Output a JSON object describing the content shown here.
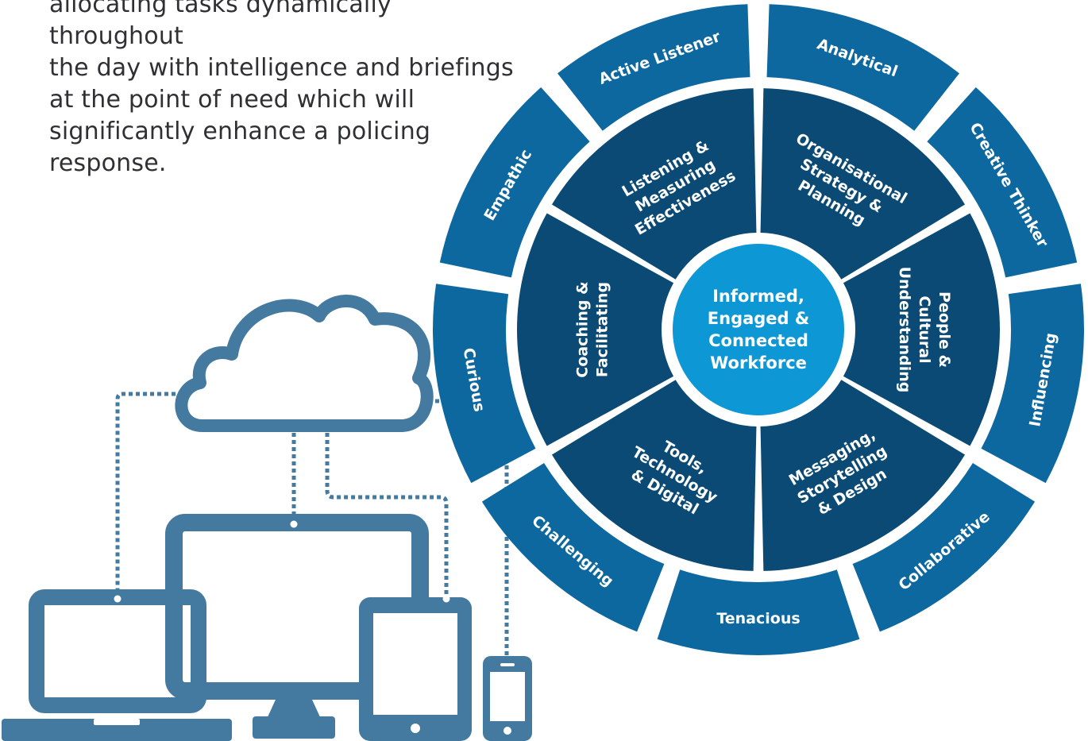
{
  "intro_text": "allocating tasks dynamically throughout\nthe day with intelligence and briefings\nat the point of need which will\nsignificantly enhance a policing\nresponse.",
  "colors": {
    "outer_ring": "#0e68a0",
    "inner_ring": "#0b4a74",
    "center": "#0e97d5",
    "devices": "#457aa0",
    "text_body": "#2f3033",
    "label": "#ffffff"
  },
  "icons": [
    "cloud-icon",
    "laptop-icon",
    "monitor-icon",
    "tablet-icon",
    "phone-icon"
  ],
  "wheel": {
    "center_label": [
      "Informed,",
      "Engaged &",
      "Connected",
      "Workforce"
    ],
    "inner_segments": [
      {
        "lines": [
          "Listening &",
          "Measuring",
          "Effectiveness"
        ]
      },
      {
        "lines": [
          "Organisational",
          "Strategy &",
          "Planning"
        ]
      },
      {
        "lines": [
          "People &",
          "Cultural",
          "Understanding"
        ]
      },
      {
        "lines": [
          "Messaging,",
          "Storytelling",
          "& Design"
        ]
      },
      {
        "lines": [
          "Tools,",
          "Technology",
          "& Digital"
        ]
      },
      {
        "lines": [
          "Coaching &",
          "Facilitating"
        ]
      }
    ],
    "outer_segments": [
      {
        "label": "Analytical"
      },
      {
        "label": "Creative Thinker"
      },
      {
        "label": "Influencing"
      },
      {
        "label": "Collaborative"
      },
      {
        "label": "Tenacious"
      },
      {
        "label": "Challenging"
      },
      {
        "label": "Curious"
      },
      {
        "label": "Empathic"
      },
      {
        "label": "Active Listener"
      }
    ]
  }
}
